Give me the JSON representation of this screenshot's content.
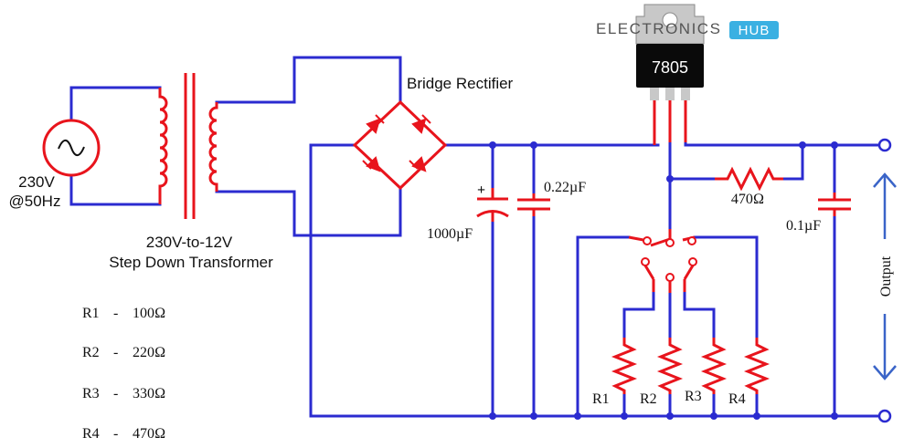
{
  "brand": {
    "word": "ELECTRONICS",
    "badge": "HUB"
  },
  "regulator": {
    "label": "7805"
  },
  "source": {
    "voltage": "230V",
    "frequency": "@50Hz"
  },
  "transformer": {
    "line1": "230V-to-12V",
    "line2": "Step Down Transformer"
  },
  "rectifier": {
    "label": "Bridge Rectifier"
  },
  "capacitors": {
    "c1": "1000µF",
    "c2": "0.22µF",
    "c3": "0.1µF",
    "c1_polarity": "+"
  },
  "resistor_top": {
    "value": "470Ω"
  },
  "resistor_labels": [
    "R1",
    "R2",
    "R3",
    "R4"
  ],
  "output": {
    "label": "Output"
  },
  "legend": [
    {
      "name": "R1",
      "sep": "-",
      "value": "100Ω"
    },
    {
      "name": "R2",
      "sep": "-",
      "value": "220Ω"
    },
    {
      "name": "R3",
      "sep": "-",
      "value": "330Ω"
    },
    {
      "name": "R4",
      "sep": "-",
      "value": "470Ω"
    }
  ],
  "colors": {
    "wire": "#2b2bd0",
    "component": "#e8141c",
    "ic_body": "#0a0a0a",
    "ic_tab": "#c8c8c8",
    "output_arrow": "#3a64c8",
    "text": "#111111"
  }
}
